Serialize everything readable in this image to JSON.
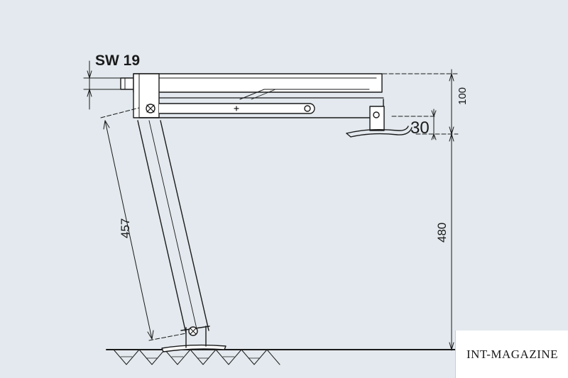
{
  "labels": {
    "wrench_size": "SW 19",
    "height_step": "30",
    "height_total": "100",
    "leg_length": "457",
    "ground_height": "480"
  },
  "watermark": "INT-MAGAZINE",
  "colors": {
    "background": "#e3e9ee",
    "line": "#1a1a1a"
  }
}
